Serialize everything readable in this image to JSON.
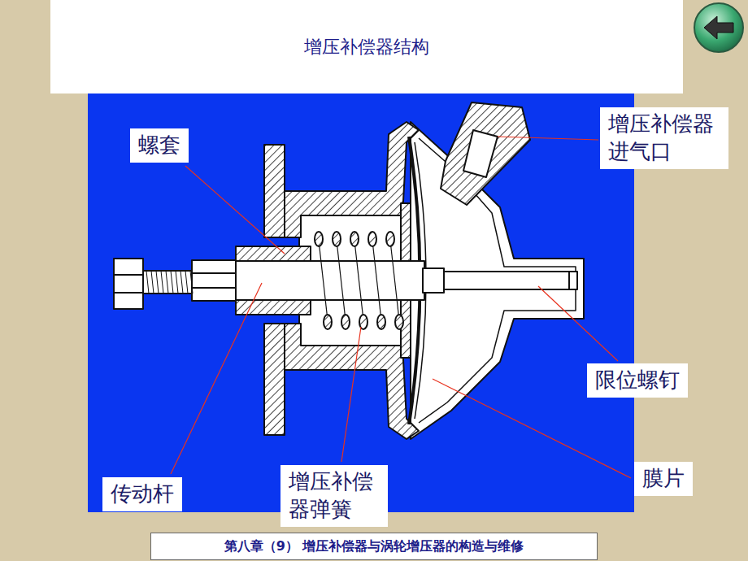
{
  "diagram": {
    "title": "增压补偿器结构",
    "caption": "第八章（9） 增压补偿器与涡轮增压器的构造与维修",
    "nodes": [
      {
        "text": [
          "螺套"
        ]
      },
      {
        "text": [
          "增压补偿器 进气口"
        ]
      },
      {
        "text": [
          "限位螺钉"
        ]
      },
      {
        "text": [
          "膜片"
        ]
      },
      {
        "text": [
          "增压补偿 器弹簧"
        ]
      },
      {
        "text": [
          "传动杆"
        ]
      }
    ]
  }
}
